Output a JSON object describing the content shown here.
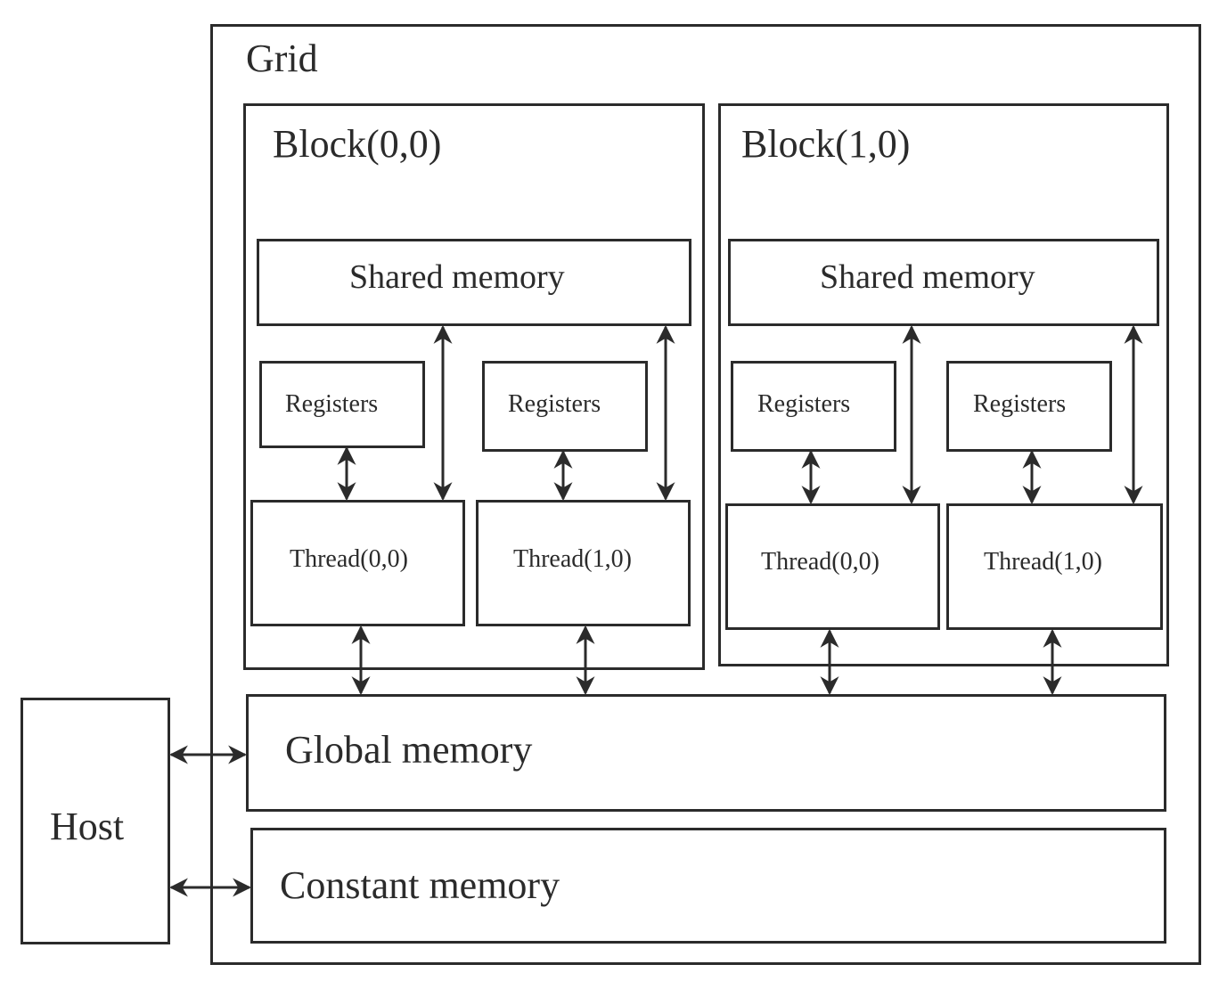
{
  "grid": {
    "label": "Grid"
  },
  "blocks": [
    {
      "label": "Block(0,0)",
      "shared_memory": "Shared memory",
      "registers": [
        "Registers",
        "Registers"
      ],
      "threads": [
        "Thread(0,0)",
        "Thread(1,0)"
      ]
    },
    {
      "label": "Block(1,0)",
      "shared_memory": "Shared memory",
      "registers": [
        "Registers",
        "Registers"
      ],
      "threads": [
        "Thread(0,0)",
        "Thread(1,0)"
      ]
    }
  ],
  "global_memory": {
    "label": "Global memory"
  },
  "constant_memory": {
    "label": "Constant memory"
  },
  "host": {
    "label": "Host"
  }
}
